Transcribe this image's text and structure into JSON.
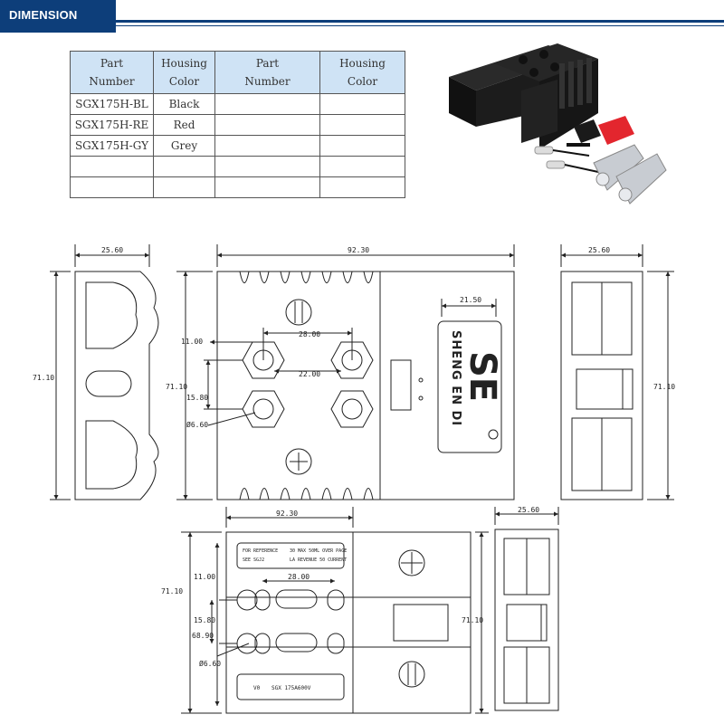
{
  "header": {
    "title": "DIMENSION"
  },
  "table": {
    "headers": [
      "Part\nNumber",
      "Housing\nColor",
      "Part\nNumber",
      "Housing\nColor"
    ],
    "rows": [
      [
        "SGX175H-BL",
        "Black",
        "",
        ""
      ],
      [
        "SGX175H-RE",
        "Red",
        "",
        ""
      ],
      [
        "SGX175H-GY",
        "Grey",
        "",
        ""
      ],
      [
        "",
        "",
        "",
        ""
      ],
      [
        "",
        "",
        "",
        ""
      ]
    ]
  },
  "colors": {
    "brand": "#0d3e7a",
    "table_header": "#cfe3f5",
    "housing": "#1c1c1c",
    "red_cap": "#e3262e"
  },
  "dimensions": {
    "side_width": "25.60",
    "side_height": "71.10",
    "front_width": "92.30",
    "front_height": "71.10",
    "hole_pitch_x": "28.00",
    "hole_offset": "11.00",
    "hex_spacing": "22.00",
    "hole_pitch_y": "15.80",
    "hole_dia": "Ø6.60",
    "label_width": "21.50",
    "right_width": "25.60",
    "right_height": "71.10",
    "bottom_width": "92.30",
    "bottom_height": "71.10",
    "bottom_offset": "11.00",
    "bottom_pitch": "28.00",
    "bottom_pitch_y": "15.80",
    "bottom_inner_height": "68.90",
    "bottom_hole_dia": "Ø6.60",
    "bottom_right_height": "71.10",
    "bottom_side_width": "25.60"
  },
  "brand_logo": {
    "text": "SHENG EN DI",
    "mark": "SE"
  },
  "bottom_labels": {
    "top_line1": "LA REVENUE 50 CURRENT",
    "top_line2": "SEE SGJ2",
    "top_line3": "30 MAX 50ML OVER PAGE",
    "top_line4": "FOR REFERENCE",
    "bottom_text": "SGX 175A600V",
    "bottom_tag": "V0"
  }
}
